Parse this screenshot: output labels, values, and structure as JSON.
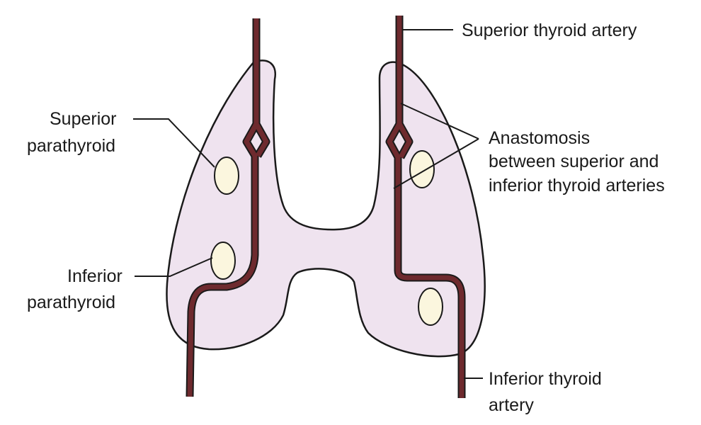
{
  "labels": {
    "superior_thyroid_artery": "Superior thyroid artery",
    "superior_parathyroid_l1": "Superior",
    "superior_parathyroid_l2": "parathyroid",
    "anastomosis_l1": "Anastomosis",
    "anastomosis_l2": "between superior and",
    "anastomosis_l3": "inferior thyroid arteries",
    "inferior_parathyroid_l1": "Inferior",
    "inferior_parathyroid_l2": "parathyroid",
    "inferior_thyroid_artery_l1": "Inferior thyroid",
    "inferior_thyroid_artery_l2": "artery"
  },
  "colors": {
    "gland_fill": "#efe3ef",
    "outline": "#1a1a1a",
    "artery": "#6e2a2e",
    "parathyroid_fill": "#fbf6de"
  }
}
